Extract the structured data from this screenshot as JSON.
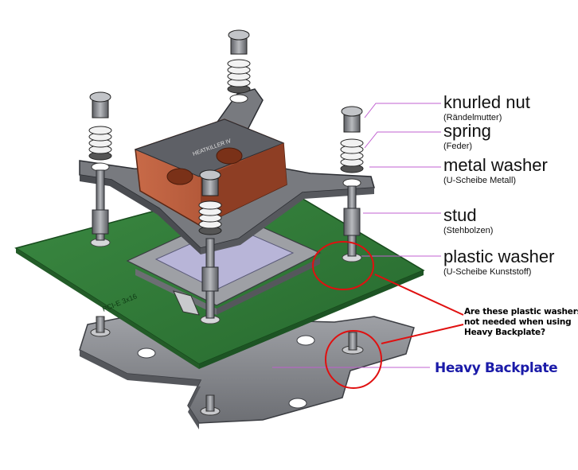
{
  "labels": [
    {
      "main": "knurled nut",
      "sub": "(Rändelmutter)"
    },
    {
      "main": "spring",
      "sub": "(Feder)"
    },
    {
      "main": "metal washer",
      "sub": "(U-Scheibe Metall)"
    },
    {
      "main": "stud",
      "sub": "(Stehbolzen)"
    },
    {
      "main": "plastic washer",
      "sub": "(U-Scheibe Kunststoff)"
    }
  ],
  "question": {
    "lines": [
      "Are these plastic washers",
      "not needed when using",
      "Heavy Backplate?"
    ]
  },
  "backplate_label": "Heavy Backplate",
  "block_brand": "HEATKILLER IV",
  "pcb_marking": "PCI-E 3x16",
  "colors": {
    "leader_line": "#c060d0",
    "highlight_red": "#e01010",
    "backplate_text": "#1a1aa8",
    "pcb_green": "#2f7a36",
    "copper": "#b4583a",
    "metal_grey": "#77797e"
  }
}
